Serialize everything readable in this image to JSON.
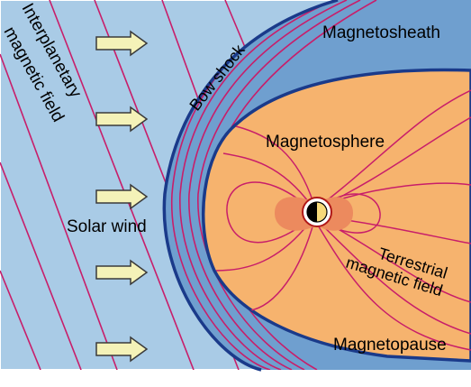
{
  "labels": {
    "imf_line1": "Interplanetary",
    "imf_line2": "magnetic field",
    "bow_shock": "Bow shock",
    "magnetosheath": "Magnetosheath",
    "magnetosphere": "Magnetosphere",
    "solar_wind": "Solar wind",
    "terrestrial_line1": "Terrestrial",
    "terrestrial_line2": "magnetic field",
    "magnetopause": "Magnetopause"
  },
  "colors": {
    "solar_wind_bg": "#a9cbe6",
    "magnetosheath": "#6f9fcf",
    "magnetosphere": "#f6b36e",
    "radiation_belt": "#ec8a5e",
    "boundary": "#1a3a8a",
    "field_line": "#c81e6a",
    "arrow_fill": "#f4f2b8"
  },
  "icons": [
    "solar-wind-arrow-icon",
    "earth-icon"
  ]
}
